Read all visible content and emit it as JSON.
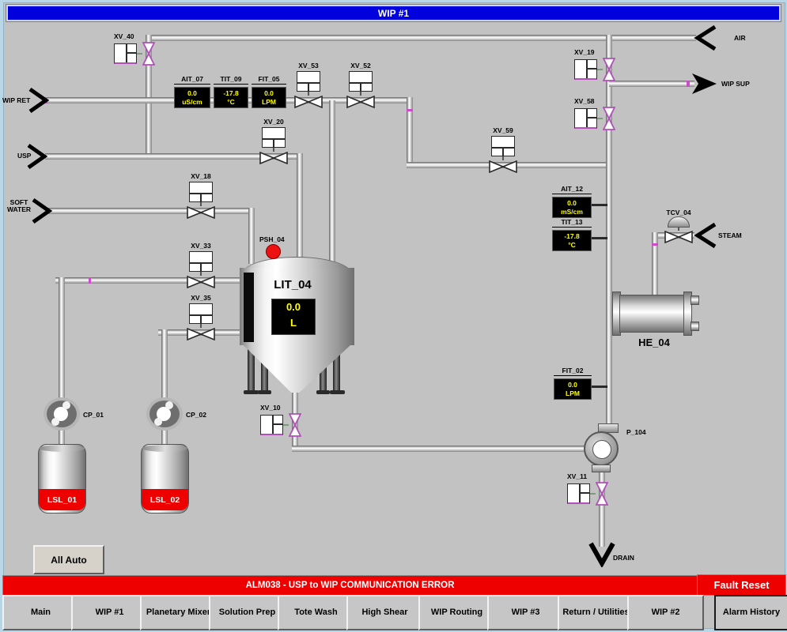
{
  "window": {
    "title": "WIP #1"
  },
  "streams": {
    "air": "AIR",
    "wip_sup": "WIP SUP",
    "wip_ret": "WIP RET",
    "usp": "USP",
    "soft_water": "SOFT WATER",
    "steam": "STEAM",
    "drain": "DRAIN"
  },
  "valves": {
    "xv_40": "XV_40",
    "xv_53": "XV_53",
    "xv_52": "XV_52",
    "xv_20": "XV_20",
    "xv_18": "XV_18",
    "xv_33": "XV_33",
    "xv_35": "XV_35",
    "xv_59": "XV_59",
    "xv_19": "XV_19",
    "xv_58": "XV_58",
    "xv_10": "XV_10",
    "xv_11": "XV_11",
    "tcv_04": "TCV_04"
  },
  "instruments": {
    "ait_07": {
      "label": "AIT_07",
      "value": "0.0",
      "unit": "uS/cm"
    },
    "tit_09": {
      "label": "TIT_09",
      "value": "-17.8",
      "unit": "°C"
    },
    "fit_05": {
      "label": "FIT_05",
      "value": "0.0",
      "unit": "LPM"
    },
    "ait_12": {
      "label": "AIT_12",
      "value": "0.0",
      "unit": "mS/cm"
    },
    "tit_13": {
      "label": "TIT_13",
      "value": "-17.8",
      "unit": "°C"
    },
    "fit_02": {
      "label": "FIT_02",
      "value": "0.0",
      "unit": "LPM"
    },
    "lit_04": {
      "label": "LIT_04",
      "value": "0.0",
      "unit": "L"
    },
    "psh_04": {
      "label": "PSH_04"
    }
  },
  "equipment": {
    "cp_01": "CP_01",
    "cp_02": "CP_02",
    "lsl_01": "LSL_01",
    "lsl_02": "LSL_02",
    "he_04": "HE_04",
    "p_104": "P_104"
  },
  "buttons": {
    "all_auto": "All Auto",
    "fault_reset": "Fault Reset"
  },
  "alarm": {
    "message": "ALM038 - USP to WIP COMMUNICATION ERROR"
  },
  "nav": {
    "items": [
      {
        "label": "Main"
      },
      {
        "label": "WIP #1"
      },
      {
        "label": "Planetary Mixer"
      },
      {
        "label": "Solution Prep"
      },
      {
        "label": "Tote Wash"
      },
      {
        "label": "High Shear"
      },
      {
        "label": "WIP Routing"
      },
      {
        "label": "WIP #3"
      },
      {
        "label": "Return / Utilities"
      },
      {
        "label": "WIP #2"
      },
      {
        "label": "Alarm History"
      }
    ]
  },
  "colors": {
    "titlebar": "#0101dd",
    "alarm_red": "#ee0000",
    "display_text": "#ffff00",
    "valve_accent": "#b050b8"
  }
}
